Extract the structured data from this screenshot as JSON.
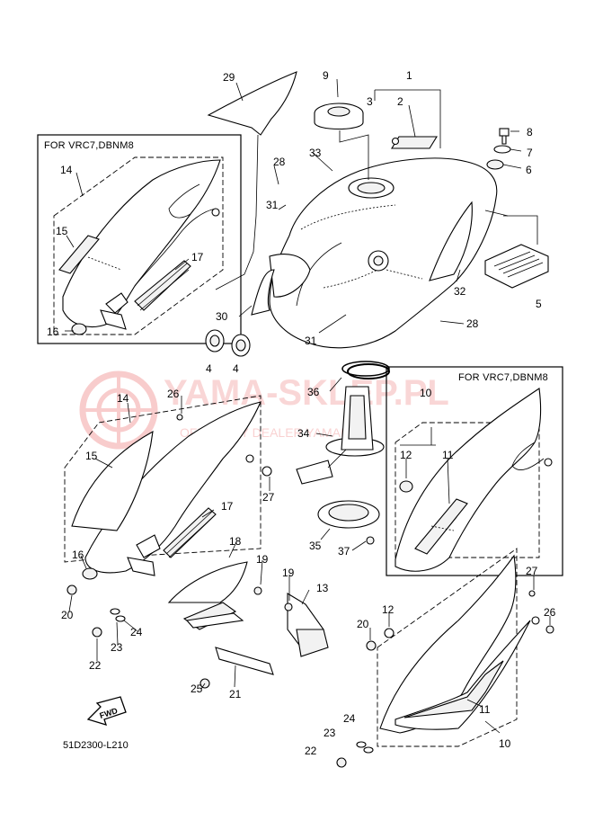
{
  "diagram": {
    "box_titles": {
      "left_box": "FOR VRC7,DBNM8",
      "right_box": "FOR VRC7,DBNM8"
    },
    "drawing_code": "51D2300-L210",
    "fwd_label": "FWD",
    "watermark": {
      "brand": "YAMA-SKLEP.PL",
      "tagline": "OFICJALNY DEALER YAMAHA"
    },
    "callouts": {
      "c1": "1",
      "c2": "2",
      "c3": "3",
      "c4a": "4",
      "c4b": "4",
      "c5": "5",
      "c6": "6",
      "c7": "7",
      "c8": "8",
      "c9": "9",
      "c10a": "10",
      "c10b": "10",
      "c11a": "11",
      "c11b": "11",
      "c12a": "12",
      "c12b": "12",
      "c13": "13",
      "c14a": "14",
      "c14b": "14",
      "c15a": "15",
      "c15b": "15",
      "c16a": "16",
      "c16b": "16",
      "c17a": "17",
      "c17b": "17",
      "c18": "18",
      "c19a": "19",
      "c19b": "19",
      "c20a": "20",
      "c20b": "20",
      "c21": "21",
      "c22a": "22",
      "c22b": "22",
      "c23a": "23",
      "c23b": "23",
      "c24a": "24",
      "c24b": "24",
      "c25": "25",
      "c26a": "26",
      "c26b": "26",
      "c27a": "27",
      "c27b": "27",
      "c28a": "28",
      "c28b": "28",
      "c29": "29",
      "c30": "30",
      "c31a": "31",
      "c31b": "31",
      "c32": "32",
      "c33": "33",
      "c34": "34",
      "c35": "35",
      "c36": "36",
      "c37": "37"
    }
  }
}
